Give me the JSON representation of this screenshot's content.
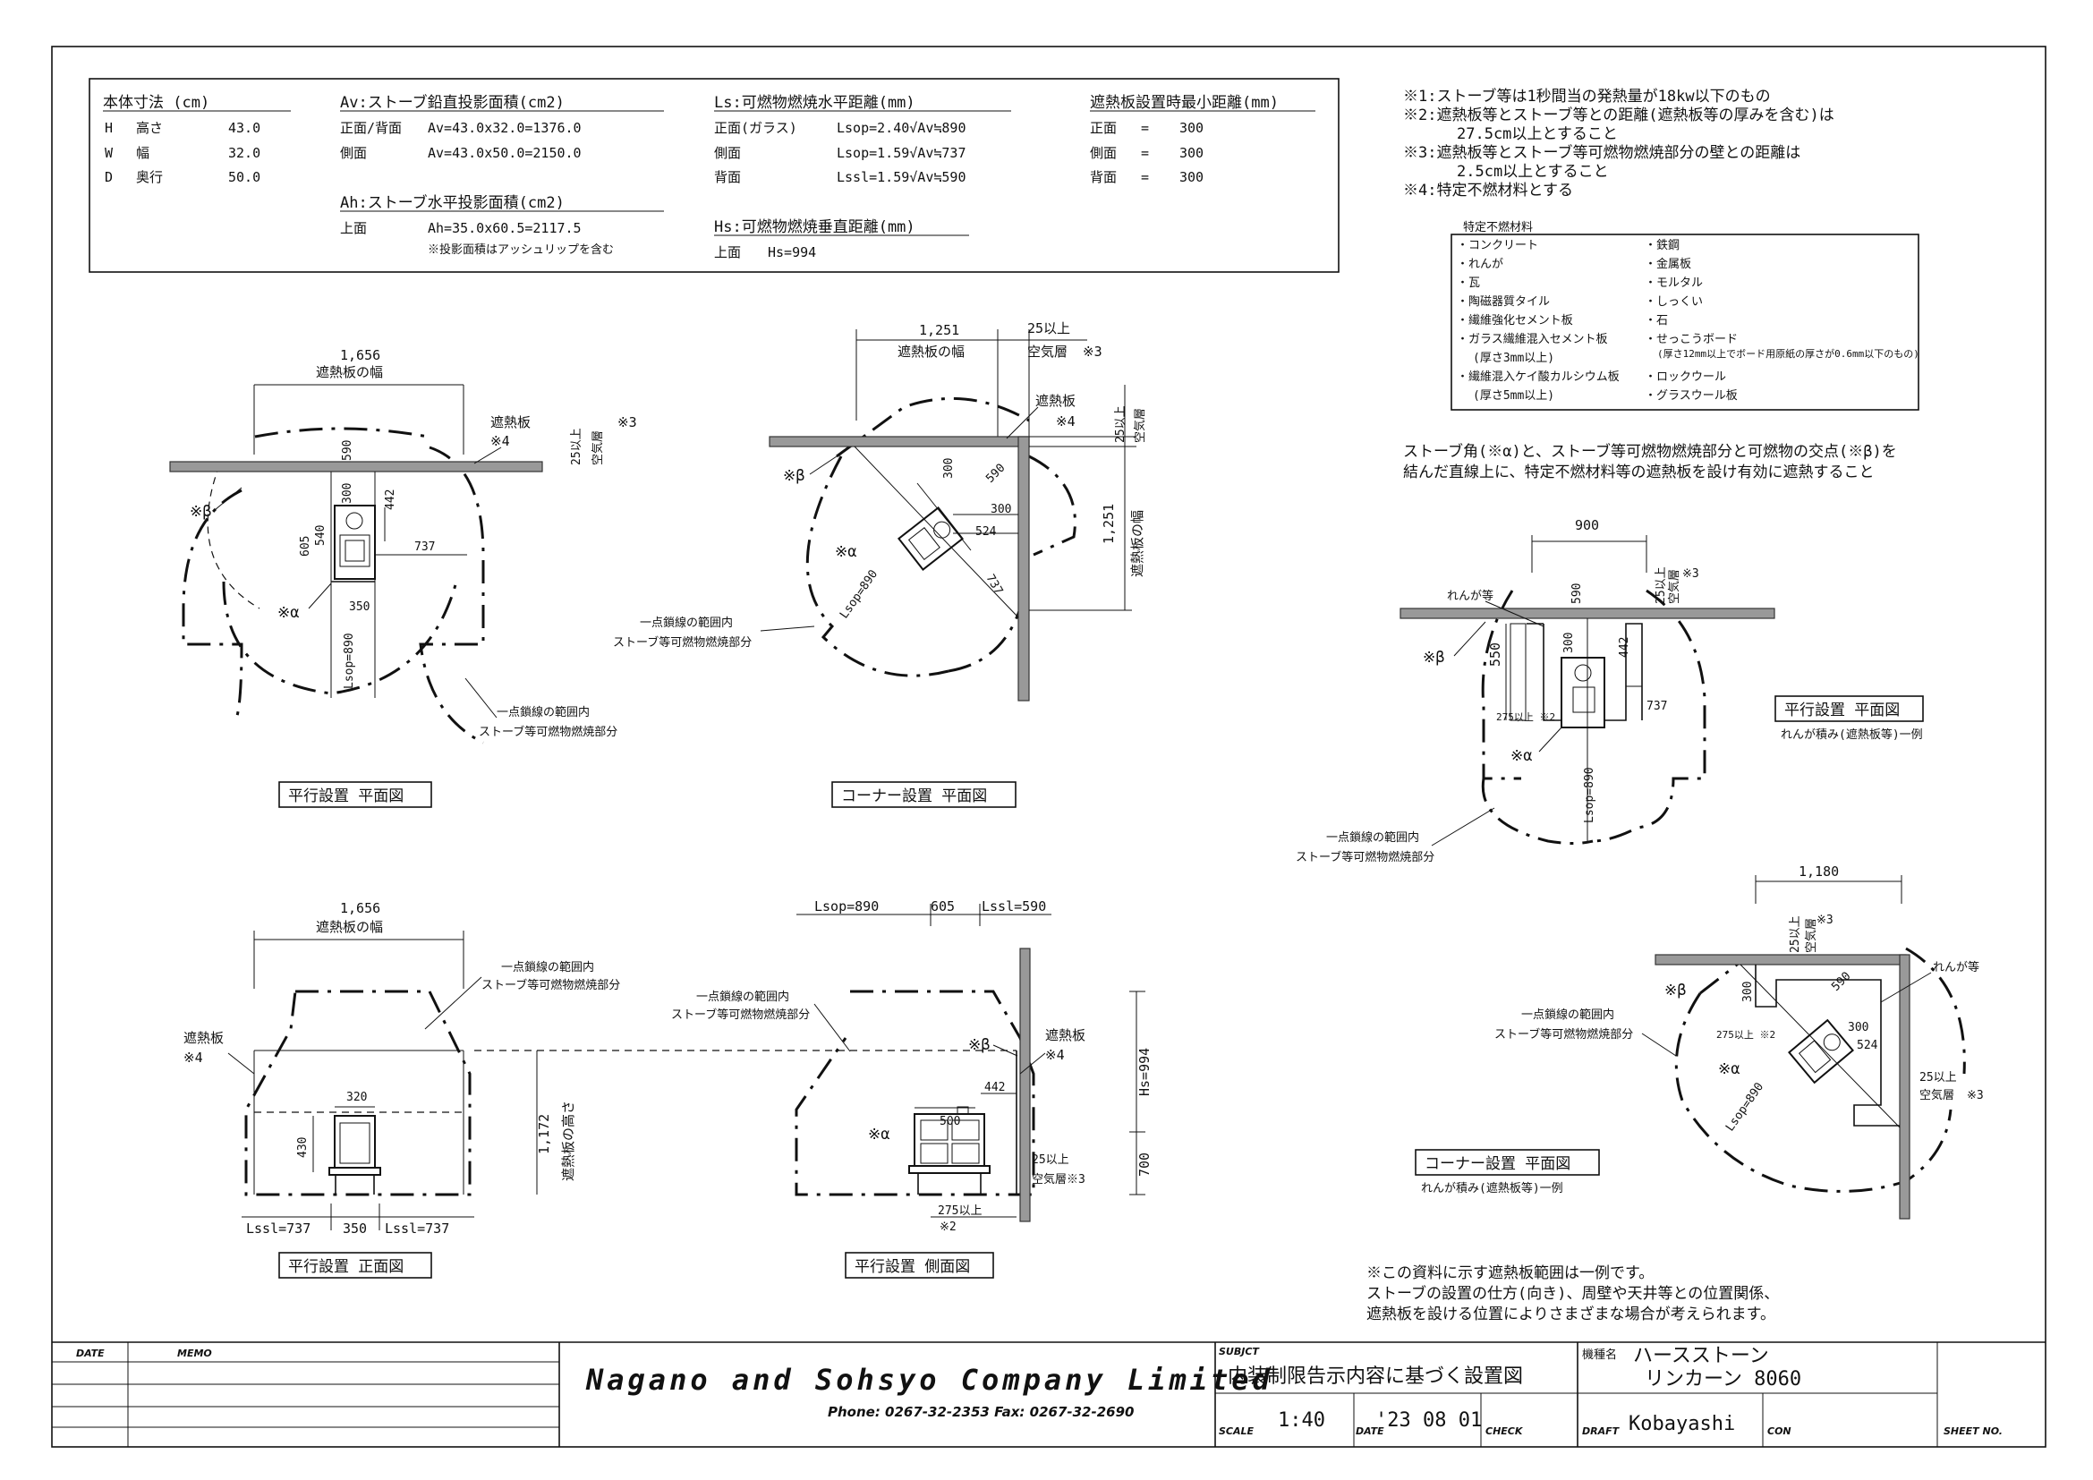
{
  "spec": {
    "dims": {
      "header": "本体寸法 (cm)",
      "rows": [
        [
          "H",
          "高さ",
          "43.0"
        ],
        [
          "W",
          "幅",
          "32.0"
        ],
        [
          "D",
          "奥行",
          "50.0"
        ]
      ]
    },
    "av": {
      "header": "Av:ストーブ鉛直投影面積(cm2)",
      "rows": [
        [
          "正面/背面",
          "Av=43.0x32.0=1376.0"
        ],
        [
          "側面",
          "Av=43.0x50.0=2150.0"
        ]
      ]
    },
    "ah": {
      "header": "Ah:ストーブ水平投影面積(cm2)",
      "rows": [
        [
          "上面",
          "Ah=35.0x60.5=2117.5"
        ]
      ],
      "note": "※投影面積はアッシュリップを含む"
    },
    "ls": {
      "header": "Ls:可燃物燃焼水平距離(mm)",
      "rows": [
        [
          "正面(ガラス)",
          "Lsop=2.40√Av≒890"
        ],
        [
          "側面",
          "Lsop=1.59√Av≒737"
        ],
        [
          "背面",
          "Lssl=1.59√Av≒590"
        ]
      ]
    },
    "hs": {
      "header": "Hs:可燃物燃焼垂直距離(mm)",
      "rows": [
        [
          "上面",
          "Hs=994"
        ]
      ]
    },
    "shield": {
      "header": "遮熱板設置時最小距離(mm)",
      "rows": [
        [
          "正面",
          "=",
          "300"
        ],
        [
          "側面",
          "=",
          "300"
        ],
        [
          "背面",
          "=",
          "300"
        ]
      ]
    }
  },
  "notes": [
    "※1:ストーブ等は1秒間当の発熱量が18kw以下のもの",
    "※2:遮熱板等とストーブ等との距離(遮熱板等の厚みを含む)は",
    "27.5cm以上とすること",
    "※3:遮熱板等とストーブ等可燃物燃焼部分の壁との距離は",
    "2.5cm以上とすること",
    "※4:特定不燃材料とする"
  ],
  "materials": {
    "title": "特定不燃材料",
    "left": [
      "・コンクリート",
      "・れんが",
      "・瓦",
      "・陶磁器質タイル",
      "・繊維強化セメント板",
      "・ガラス繊維混入セメント板",
      "(厚さ3mm以上)",
      "・繊維混入ケイ酸カルシウム板",
      "(厚さ5mm以上)"
    ],
    "right": [
      "・鉄鋼",
      "・金属板",
      "・モルタル",
      "・しっくい",
      "・石",
      "・せっこうボード",
      "(厚さ12mm以上でボード用原紙の厚さが0.6mm以下のもの)",
      "・ロックウール",
      "・グラスウール板"
    ]
  },
  "instruction": [
    "ストーブ角(※α)と、ストーブ等可燃物燃焼部分と可燃物の交点(※β)を",
    "結んだ直線上に、特定不燃材料等の遮熱板を設け有効に遮熱すること"
  ],
  "diagram_labels": {
    "width_1656": "1,656",
    "shield_width": "遮熱板の幅",
    "shield": "遮熱板",
    "note4": "※4",
    "note3": "※3",
    "note2": "※2",
    "air_25": "25以上",
    "air_layer": "空気層",
    "beta": "※β",
    "alpha": "※α",
    "range1": "一点鎖線の範囲内",
    "range2": "ストーブ等可燃物燃焼部分",
    "dim_590": "590",
    "dim_300": "300",
    "dim_442": "442",
    "dim_605": "605",
    "dim_540": "540",
    "dim_737": "737",
    "dim_350": "350",
    "dim_524": "524",
    "dim_900": "900",
    "dim_550": "550",
    "dim_1251": "1,251",
    "dim_1180": "1,180",
    "dim_1172": "1,172",
    "dim_320": "320",
    "dim_430": "430",
    "dim_500": "500",
    "dim_700": "700",
    "lsop890": "Lsop=890",
    "lsop890b": "Lsop=890",
    "lssl590": "Lssl=590",
    "lssl737": "Lssl=737",
    "hs994": "Hs=994",
    "dim_275": "275以上 ※2",
    "dim_275b": "275以上",
    "air_25_layer": "空気層※3",
    "shield_height": "遮熱板の高さ",
    "brick_etc": "れんが等"
  },
  "captions": {
    "parallel_plan": "平行設置 平面図",
    "corner_plan": "コーナー設置 平面図",
    "parallel_front": "平行設置 正面図",
    "parallel_side": "平行設置 側面図",
    "brick_parallel": "平行設置 平面図",
    "brick_parallel_sub": "れんが積み(遮熱板等)一例",
    "brick_corner": "コーナー設置 平面図",
    "brick_corner_sub": "れんが積み(遮熱板等)一例"
  },
  "bottom_note": [
    "※この資料に示す遮熱板範囲は一例です。",
    "ストーブの設置の仕方(向き)、周壁や天井等との位置関係、",
    "遮熱板を設ける位置によりさまざまな場合が考えられます。"
  ],
  "title_block": {
    "date_label": "DATE",
    "memo_label": "MEMO",
    "company": "Nagano and Sohsyo Company Limited",
    "phone": "Phone: 0267-32-2353 Fax: 0267-32-2690",
    "subject_label": "SUBJCT",
    "subject": "内装制限告示内容に基づく設置図",
    "scale_label": "SCALE",
    "scale": "1:40",
    "date_label2": "DATE",
    "date": "'23 08 01",
    "check_label": "CHECK",
    "model_label": "機種名",
    "model1": "ハースストーン",
    "model2": "リンカーン 8060",
    "draft_label": "DRAFT",
    "draft": "Kobayashi",
    "con_label": "CON",
    "sheet_label": "SHEET NO."
  }
}
